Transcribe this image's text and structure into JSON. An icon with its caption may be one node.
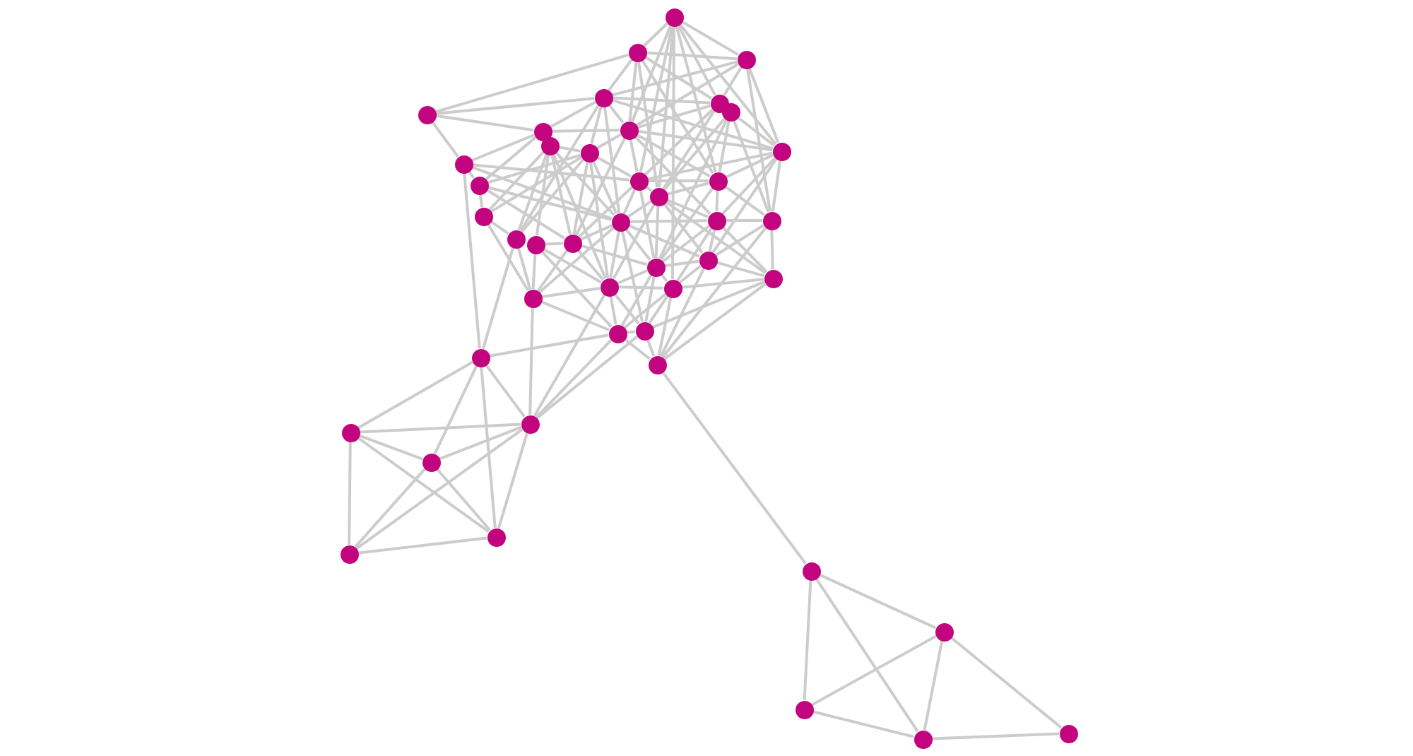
{
  "diagram": {
    "nodes": [
      {
        "text": [],
        "shape": "circle"
      },
      {
        "text": [],
        "shape": "circle"
      },
      {
        "text": [],
        "shape": "circle"
      },
      {
        "text": [],
        "shape": "circle"
      },
      {
        "text": [],
        "shape": "circle"
      },
      {
        "text": [],
        "shape": "circle"
      },
      {
        "text": [],
        "shape": "circle"
      },
      {
        "text": [],
        "shape": "circle"
      },
      {
        "text": [],
        "shape": "circle"
      },
      {
        "text": [],
        "shape": "circle"
      },
      {
        "text": [],
        "shape": "circle"
      },
      {
        "text": [],
        "shape": "circle"
      },
      {
        "text": [],
        "shape": "circle"
      },
      {
        "text": [],
        "shape": "circle"
      },
      {
        "text": [],
        "shape": "circle"
      },
      {
        "text": [],
        "shape": "circle"
      },
      {
        "text": [],
        "shape": "circle"
      },
      {
        "text": [],
        "shape": "circle"
      },
      {
        "text": [],
        "shape": "circle"
      },
      {
        "text": [],
        "shape": "circle"
      },
      {
        "text": [],
        "shape": "circle"
      },
      {
        "text": [],
        "shape": "circle"
      },
      {
        "text": [],
        "shape": "circle"
      },
      {
        "text": [],
        "shape": "circle"
      },
      {
        "text": [],
        "shape": "circle"
      },
      {
        "text": [],
        "shape": "circle"
      },
      {
        "text": [],
        "shape": "circle"
      },
      {
        "text": [],
        "shape": "circle"
      },
      {
        "text": [],
        "shape": "circle"
      },
      {
        "text": [],
        "shape": "circle"
      },
      {
        "text": [],
        "shape": "circle"
      },
      {
        "text": [],
        "shape": "circle"
      },
      {
        "text": [],
        "shape": "circle"
      },
      {
        "text": [],
        "shape": "circle"
      },
      {
        "text": [],
        "shape": "circle"
      },
      {
        "text": [],
        "shape": "circle"
      },
      {
        "text": [],
        "shape": "circle"
      },
      {
        "text": [],
        "shape": "circle"
      },
      {
        "text": [],
        "shape": "circle"
      },
      {
        "text": [],
        "shape": "circle"
      },
      {
        "text": [],
        "shape": "circle"
      },
      {
        "text": [],
        "shape": "circle"
      },
      {
        "text": [],
        "shape": "circle"
      },
      {
        "text": [],
        "shape": "circle"
      }
    ],
    "edges": [
      {
        "from": 0,
        "to": 1,
        "arrow": "none"
      },
      {
        "from": 0,
        "to": 2,
        "arrow": "none"
      },
      {
        "from": 0,
        "to": 5,
        "arrow": "none"
      },
      {
        "from": 0,
        "to": 9,
        "arrow": "none"
      },
      {
        "from": 0,
        "to": 11,
        "arrow": "none"
      },
      {
        "from": 0,
        "to": 14,
        "arrow": "none"
      },
      {
        "from": 0,
        "to": 15,
        "arrow": "none"
      },
      {
        "from": 0,
        "to": 16,
        "arrow": "none"
      },
      {
        "from": 0,
        "to": 29,
        "arrow": "none"
      },
      {
        "from": 1,
        "to": 2,
        "arrow": "none"
      },
      {
        "from": 1,
        "to": 3,
        "arrow": "none"
      },
      {
        "from": 1,
        "to": 4,
        "arrow": "none"
      },
      {
        "from": 1,
        "to": 5,
        "arrow": "none"
      },
      {
        "from": 1,
        "to": 9,
        "arrow": "none"
      },
      {
        "from": 1,
        "to": 15,
        "arrow": "none"
      },
      {
        "from": 1,
        "to": 16,
        "arrow": "none"
      },
      {
        "from": 2,
        "to": 4,
        "arrow": "none"
      },
      {
        "from": 2,
        "to": 5,
        "arrow": "none"
      },
      {
        "from": 2,
        "to": 9,
        "arrow": "none"
      },
      {
        "from": 2,
        "to": 11,
        "arrow": "none"
      },
      {
        "from": 2,
        "to": 20,
        "arrow": "none"
      },
      {
        "from": 3,
        "to": 4,
        "arrow": "none"
      },
      {
        "from": 3,
        "to": 7,
        "arrow": "none"
      },
      {
        "from": 3,
        "to": 12,
        "arrow": "none"
      },
      {
        "from": 4,
        "to": 5,
        "arrow": "none"
      },
      {
        "from": 4,
        "to": 7,
        "arrow": "none"
      },
      {
        "from": 4,
        "to": 9,
        "arrow": "none"
      },
      {
        "from": 4,
        "to": 10,
        "arrow": "none"
      },
      {
        "from": 4,
        "to": 11,
        "arrow": "none"
      },
      {
        "from": 4,
        "to": 18,
        "arrow": "none"
      },
      {
        "from": 4,
        "to": 21,
        "arrow": "none"
      },
      {
        "from": 5,
        "to": 9,
        "arrow": "none"
      },
      {
        "from": 5,
        "to": 14,
        "arrow": "none"
      },
      {
        "from": 5,
        "to": 16,
        "arrow": "none"
      },
      {
        "from": 6,
        "to": 11,
        "arrow": "none"
      },
      {
        "from": 6,
        "to": 15,
        "arrow": "none"
      },
      {
        "from": 6,
        "to": 16,
        "arrow": "none"
      },
      {
        "from": 6,
        "to": 20,
        "arrow": "none"
      },
      {
        "from": 6,
        "to": 24,
        "arrow": "none"
      },
      {
        "from": 7,
        "to": 9,
        "arrow": "none"
      },
      {
        "from": 7,
        "to": 12,
        "arrow": "none"
      },
      {
        "from": 7,
        "to": 13,
        "arrow": "none"
      },
      {
        "from": 8,
        "to": 10,
        "arrow": "none"
      },
      {
        "from": 8,
        "to": 17,
        "arrow": "none"
      },
      {
        "from": 8,
        "to": 18,
        "arrow": "none"
      },
      {
        "from": 8,
        "to": 21,
        "arrow": "none"
      },
      {
        "from": 8,
        "to": 22,
        "arrow": "none"
      },
      {
        "from": 8,
        "to": 23,
        "arrow": "none"
      },
      {
        "from": 8,
        "to": 28,
        "arrow": "none"
      },
      {
        "from": 9,
        "to": 10,
        "arrow": "none"
      },
      {
        "from": 9,
        "to": 11,
        "arrow": "none"
      },
      {
        "from": 9,
        "to": 14,
        "arrow": "none"
      },
      {
        "from": 9,
        "to": 15,
        "arrow": "none"
      },
      {
        "from": 9,
        "to": 19,
        "arrow": "none"
      },
      {
        "from": 9,
        "to": 23,
        "arrow": "none"
      },
      {
        "from": 10,
        "to": 13,
        "arrow": "none"
      },
      {
        "from": 10,
        "to": 14,
        "arrow": "none"
      },
      {
        "from": 10,
        "to": 17,
        "arrow": "none"
      },
      {
        "from": 10,
        "to": 18,
        "arrow": "none"
      },
      {
        "from": 10,
        "to": 21,
        "arrow": "none"
      },
      {
        "from": 10,
        "to": 23,
        "arrow": "none"
      },
      {
        "from": 10,
        "to": 28,
        "arrow": "none"
      },
      {
        "from": 11,
        "to": 14,
        "arrow": "none"
      },
      {
        "from": 11,
        "to": 15,
        "arrow": "none"
      },
      {
        "from": 11,
        "to": 19,
        "arrow": "none"
      },
      {
        "from": 11,
        "to": 20,
        "arrow": "none"
      },
      {
        "from": 11,
        "to": 25,
        "arrow": "none"
      },
      {
        "from": 12,
        "to": 13,
        "arrow": "none"
      },
      {
        "from": 12,
        "to": 14,
        "arrow": "none"
      },
      {
        "from": 12,
        "to": 18,
        "arrow": "none"
      },
      {
        "from": 12,
        "to": 33,
        "arrow": "none"
      },
      {
        "from": 13,
        "to": 17,
        "arrow": "none"
      },
      {
        "from": 13,
        "to": 18,
        "arrow": "none"
      },
      {
        "from": 13,
        "to": 23,
        "arrow": "none"
      },
      {
        "from": 14,
        "to": 15,
        "arrow": "none"
      },
      {
        "from": 14,
        "to": 16,
        "arrow": "none"
      },
      {
        "from": 14,
        "to": 18,
        "arrow": "none"
      },
      {
        "from": 14,
        "to": 23,
        "arrow": "none"
      },
      {
        "from": 14,
        "to": 24,
        "arrow": "none"
      },
      {
        "from": 15,
        "to": 16,
        "arrow": "none"
      },
      {
        "from": 15,
        "to": 19,
        "arrow": "none"
      },
      {
        "from": 15,
        "to": 20,
        "arrow": "none"
      },
      {
        "from": 15,
        "to": 24,
        "arrow": "none"
      },
      {
        "from": 16,
        "to": 18,
        "arrow": "none"
      },
      {
        "from": 16,
        "to": 19,
        "arrow": "none"
      },
      {
        "from": 16,
        "to": 24,
        "arrow": "none"
      },
      {
        "from": 16,
        "to": 25,
        "arrow": "none"
      },
      {
        "from": 16,
        "to": 26,
        "arrow": "none"
      },
      {
        "from": 16,
        "to": 28,
        "arrow": "none"
      },
      {
        "from": 17,
        "to": 21,
        "arrow": "none"
      },
      {
        "from": 17,
        "to": 27,
        "arrow": "none"
      },
      {
        "from": 18,
        "to": 19,
        "arrow": "none"
      },
      {
        "from": 18,
        "to": 23,
        "arrow": "none"
      },
      {
        "from": 18,
        "to": 24,
        "arrow": "none"
      },
      {
        "from": 18,
        "to": 25,
        "arrow": "none"
      },
      {
        "from": 18,
        "to": 27,
        "arrow": "none"
      },
      {
        "from": 18,
        "to": 28,
        "arrow": "none"
      },
      {
        "from": 18,
        "to": 31,
        "arrow": "none"
      },
      {
        "from": 19,
        "to": 20,
        "arrow": "none"
      },
      {
        "from": 19,
        "to": 24,
        "arrow": "none"
      },
      {
        "from": 19,
        "to": 25,
        "arrow": "none"
      },
      {
        "from": 19,
        "to": 26,
        "arrow": "none"
      },
      {
        "from": 19,
        "to": 29,
        "arrow": "none"
      },
      {
        "from": 20,
        "to": 25,
        "arrow": "none"
      },
      {
        "from": 20,
        "to": 26,
        "arrow": "none"
      },
      {
        "from": 20,
        "to": 32,
        "arrow": "none"
      },
      {
        "from": 21,
        "to": 27,
        "arrow": "none"
      },
      {
        "from": 21,
        "to": 33,
        "arrow": "none"
      },
      {
        "from": 22,
        "to": 23,
        "arrow": "none"
      },
      {
        "from": 22,
        "to": 27,
        "arrow": "none"
      },
      {
        "from": 22,
        "to": 28,
        "arrow": "none"
      },
      {
        "from": 22,
        "to": 30,
        "arrow": "none"
      },
      {
        "from": 23,
        "to": 24,
        "arrow": "none"
      },
      {
        "from": 23,
        "to": 27,
        "arrow": "none"
      },
      {
        "from": 23,
        "to": 28,
        "arrow": "none"
      },
      {
        "from": 24,
        "to": 25,
        "arrow": "none"
      },
      {
        "from": 24,
        "to": 28,
        "arrow": "none"
      },
      {
        "from": 24,
        "to": 29,
        "arrow": "none"
      },
      {
        "from": 24,
        "to": 30,
        "arrow": "none"
      },
      {
        "from": 24,
        "to": 31,
        "arrow": "none"
      },
      {
        "from": 25,
        "to": 26,
        "arrow": "none"
      },
      {
        "from": 25,
        "to": 29,
        "arrow": "none"
      },
      {
        "from": 25,
        "to": 32,
        "arrow": "none"
      },
      {
        "from": 26,
        "to": 29,
        "arrow": "none"
      },
      {
        "from": 26,
        "to": 31,
        "arrow": "none"
      },
      {
        "from": 26,
        "to": 32,
        "arrow": "none"
      },
      {
        "from": 27,
        "to": 28,
        "arrow": "none"
      },
      {
        "from": 27,
        "to": 30,
        "arrow": "none"
      },
      {
        "from": 27,
        "to": 34,
        "arrow": "none"
      },
      {
        "from": 28,
        "to": 29,
        "arrow": "none"
      },
      {
        "from": 28,
        "to": 30,
        "arrow": "none"
      },
      {
        "from": 28,
        "to": 31,
        "arrow": "none"
      },
      {
        "from": 28,
        "to": 34,
        "arrow": "none"
      },
      {
        "from": 29,
        "to": 30,
        "arrow": "none"
      },
      {
        "from": 29,
        "to": 31,
        "arrow": "none"
      },
      {
        "from": 29,
        "to": 32,
        "arrow": "none"
      },
      {
        "from": 30,
        "to": 31,
        "arrow": "none"
      },
      {
        "from": 30,
        "to": 32,
        "arrow": "none"
      },
      {
        "from": 30,
        "to": 33,
        "arrow": "none"
      },
      {
        "from": 30,
        "to": 34,
        "arrow": "none"
      },
      {
        "from": 31,
        "to": 32,
        "arrow": "none"
      },
      {
        "from": 31,
        "to": 34,
        "arrow": "none"
      },
      {
        "from": 32,
        "to": 39,
        "arrow": "none"
      },
      {
        "from": 33,
        "to": 34,
        "arrow": "none"
      },
      {
        "from": 33,
        "to": 35,
        "arrow": "none"
      },
      {
        "from": 33,
        "to": 36,
        "arrow": "none"
      },
      {
        "from": 33,
        "to": 37,
        "arrow": "none"
      },
      {
        "from": 34,
        "to": 35,
        "arrow": "none"
      },
      {
        "from": 34,
        "to": 36,
        "arrow": "none"
      },
      {
        "from": 34,
        "to": 37,
        "arrow": "none"
      },
      {
        "from": 34,
        "to": 38,
        "arrow": "none"
      },
      {
        "from": 35,
        "to": 36,
        "arrow": "none"
      },
      {
        "from": 35,
        "to": 37,
        "arrow": "none"
      },
      {
        "from": 35,
        "to": 38,
        "arrow": "none"
      },
      {
        "from": 36,
        "to": 37,
        "arrow": "none"
      },
      {
        "from": 36,
        "to": 38,
        "arrow": "none"
      },
      {
        "from": 37,
        "to": 38,
        "arrow": "none"
      },
      {
        "from": 39,
        "to": 40,
        "arrow": "none"
      },
      {
        "from": 39,
        "to": 41,
        "arrow": "none"
      },
      {
        "from": 39,
        "to": 42,
        "arrow": "none"
      },
      {
        "from": 40,
        "to": 41,
        "arrow": "none"
      },
      {
        "from": 40,
        "to": 42,
        "arrow": "none"
      },
      {
        "from": 40,
        "to": 43,
        "arrow": "none"
      },
      {
        "from": 41,
        "to": 42,
        "arrow": "none"
      },
      {
        "from": 42,
        "to": 43,
        "arrow": "none"
      }
    ]
  }
}
